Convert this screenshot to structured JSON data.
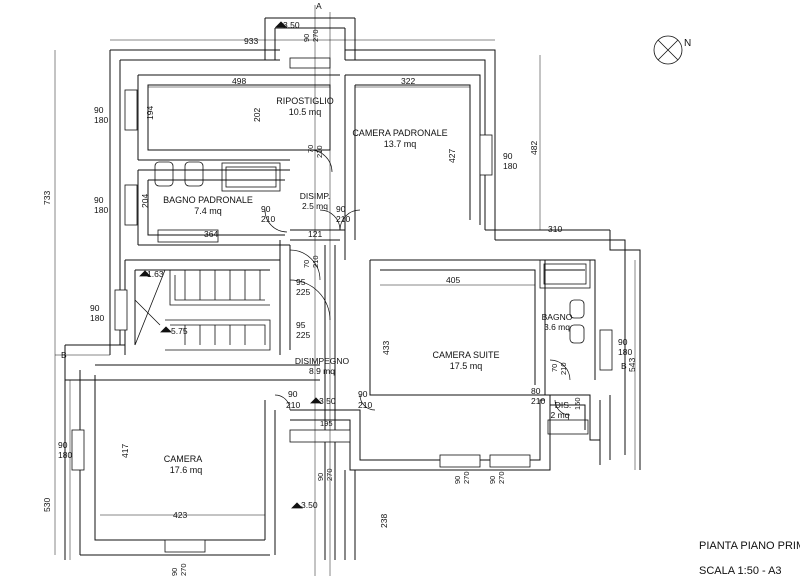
{
  "plan": {
    "north_label": "N",
    "title": "PIANTA PIANO PRIM",
    "scale": "SCALA 1:50 - A3",
    "section_marks": {
      "top": "A",
      "left": "B",
      "right": "B"
    },
    "rooms": {
      "ripostiglio": {
        "name": "RIPOSTIGLIO",
        "area": "10.5 mq"
      },
      "camera_padronale": {
        "name": "CAMERA PADRONALE",
        "area": "13.7 mq"
      },
      "bagno_padronale": {
        "name": "BAGNO PADRONALE",
        "area": "7.4 mq"
      },
      "disimp": {
        "name": "DISIMP.",
        "area": "2.5 mq"
      },
      "disimpegno": {
        "name": "DISIMPEGNO",
        "area": "8.9 mq"
      },
      "camera_suite": {
        "name": "CAMERA SUITE",
        "area": "17.5 mq"
      },
      "bagno": {
        "name": "BAGNO",
        "area": "3.6 mq"
      },
      "dis": {
        "name": "DIS.",
        "area": "2 mq"
      },
      "camera": {
        "name": "CAMERA",
        "area": "17.6 mq"
      }
    },
    "dimensions": {
      "top_width": "933",
      "left_height": "733",
      "left_lower": "530",
      "right_top": "482",
      "right_mid": "543",
      "ripostiglio_width": "498",
      "padronale_width": "322",
      "ripostiglio_height": "202",
      "padronale_height": "427",
      "wall_194": "194",
      "wall_204": "204",
      "bagno_width": "364",
      "disimp_width": "121",
      "suite_width": "405",
      "suite_height": "433",
      "camera_height": "417",
      "camera_width": "423",
      "right_ext": "310",
      "door_195": "195",
      "dim_238": "238",
      "dim_150": "150",
      "stair_up": "1.63",
      "stair_down": "5.75",
      "level_top": "3.50",
      "level_mid": "3.50",
      "level_low": "3.50"
    },
    "openings": {
      "top_window": {
        "w": "90",
        "h": "270"
      },
      "win_left_1": {
        "w": "90",
        "h": "180"
      },
      "win_left_2": {
        "w": "90",
        "h": "180"
      },
      "win_left_3": {
        "w": "90",
        "h": "180"
      },
      "win_left_4": {
        "w": "90",
        "h": "180"
      },
      "win_right_padr": {
        "w": "90",
        "h": "180"
      },
      "win_right_bagno": {
        "w": "90",
        "h": "180"
      },
      "door_rip": {
        "w": "70",
        "h": "210"
      },
      "door_bagno_p": {
        "w": "90",
        "h": "210"
      },
      "door_padr": {
        "w": "90",
        "h": "210"
      },
      "door_disimp": {
        "w": "70",
        "h": "210"
      },
      "door_stair_1": {
        "w": "95",
        "h": "225"
      },
      "door_stair_2": {
        "w": "95",
        "h": "225"
      },
      "door_camera": {
        "w": "90",
        "h": "210"
      },
      "door_suite": {
        "w": "90",
        "h": "210"
      },
      "door_bagno": {
        "w": "70",
        "h": "210"
      },
      "door_dis": {
        "w": "80",
        "h": "210"
      },
      "win_mid_bottom": {
        "w": "90",
        "h": "270"
      },
      "win_suite_1": {
        "w": "90",
        "h": "270"
      },
      "win_suite_2": {
        "w": "90",
        "h": "270"
      },
      "win_camera_bottom": {
        "w": "90",
        "h": "270"
      }
    }
  }
}
